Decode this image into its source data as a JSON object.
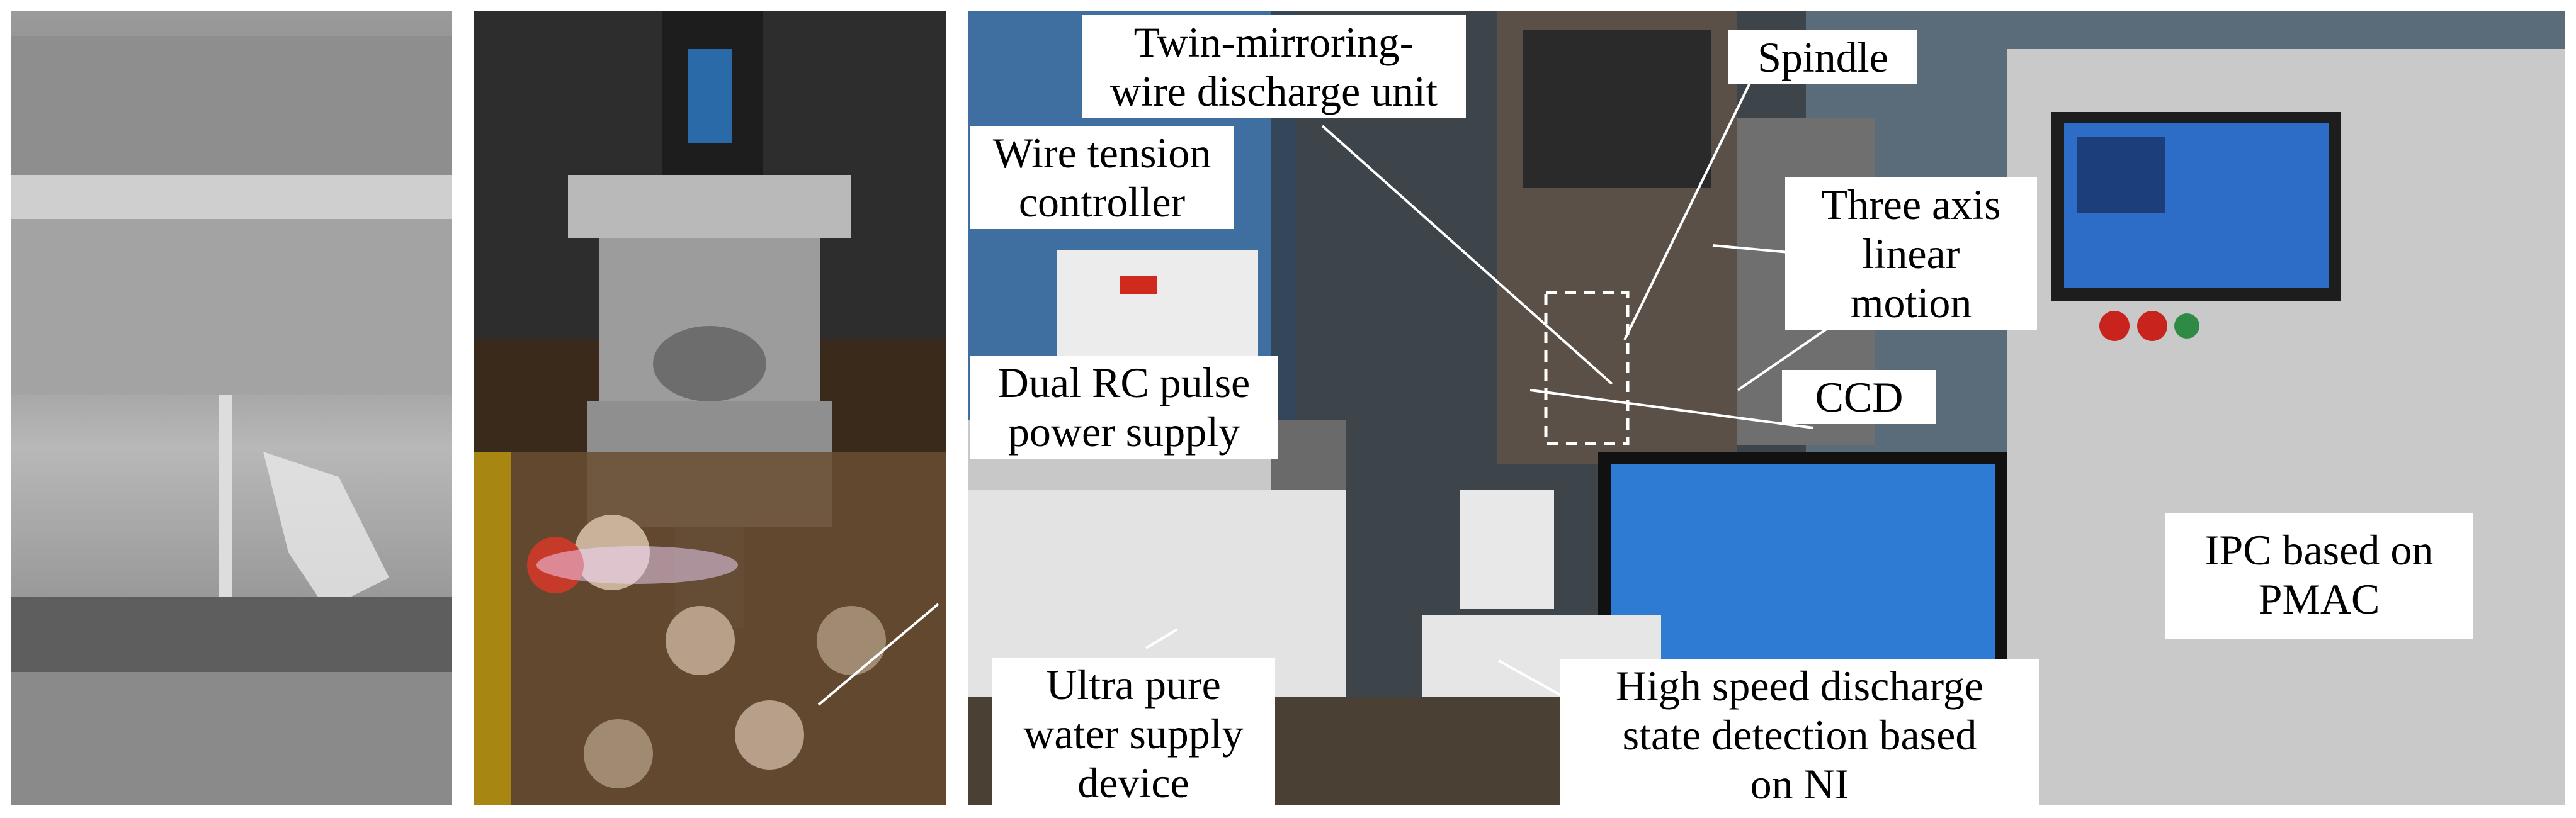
{
  "labels": {
    "twin_unit": "Twin-mirroring-\nwire discharge unit",
    "spindle": "Spindle",
    "wire_tension": "Wire tension\ncontroller",
    "three_axis": "Three axis\nlinear\nmotion",
    "ccd": "CCD",
    "dual_rc": "Dual RC pulse\npower supply",
    "ultra_pure": "Ultra pure\nwater supply\ndevice",
    "high_speed": "High speed discharge\nstate detection based\non NI",
    "ipc": "IPC based on\nPMAC"
  },
  "colors": {
    "label_bg": "#ffffff",
    "leader_line": "#ffffff",
    "callout_box": "#ffffff",
    "background": "#ffffff"
  }
}
